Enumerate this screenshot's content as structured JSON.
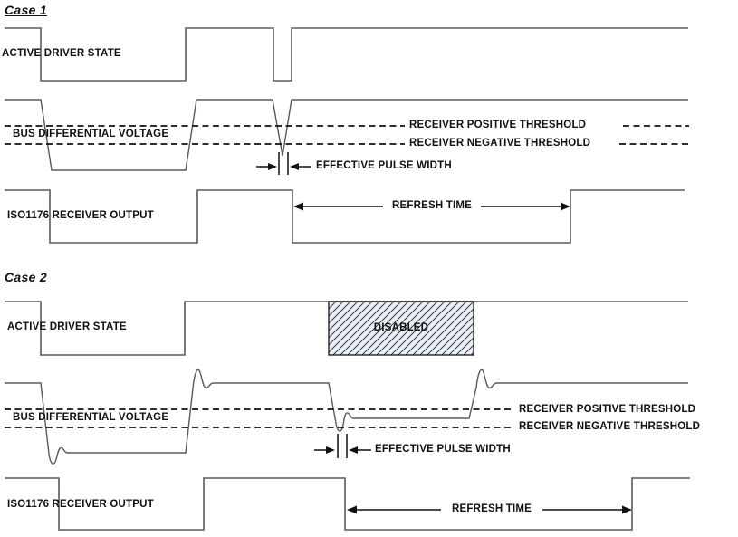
{
  "colors": {
    "waveform_line": "#5a5a5a",
    "ink": "#111111",
    "hatch_fill": "#eaeef7",
    "background": "#ffffff"
  },
  "case1": {
    "title": "Case 1",
    "labels": {
      "driver": "ACTIVE DRIVER STATE",
      "bus": "BUS DIFFERENTIAL VOLTAGE",
      "positive_threshold": "RECEIVER POSITIVE THRESHOLD",
      "negative_threshold": "RECEIVER NEGATIVE THRESHOLD",
      "effective_pulse_width": "EFFECTIVE PULSE WIDTH",
      "receiver": "ISO1176 RECEIVER OUTPUT",
      "refresh_time": "REFRESH TIME"
    }
  },
  "case2": {
    "title": "Case 2",
    "labels": {
      "driver": "ACTIVE DRIVER STATE",
      "disabled": "DISABLED",
      "bus": "BUS DIFFERENTIAL VOLTAGE",
      "positive_threshold": "RECEIVER POSITIVE THRESHOLD",
      "negative_threshold": "RECEIVER NEGATIVE THRESHOLD",
      "effective_pulse_width": "EFFECTIVE PULSE WIDTH",
      "receiver": "ISO1176 RECEIVER OUTPUT",
      "refresh_time": "REFRESH TIME"
    }
  }
}
